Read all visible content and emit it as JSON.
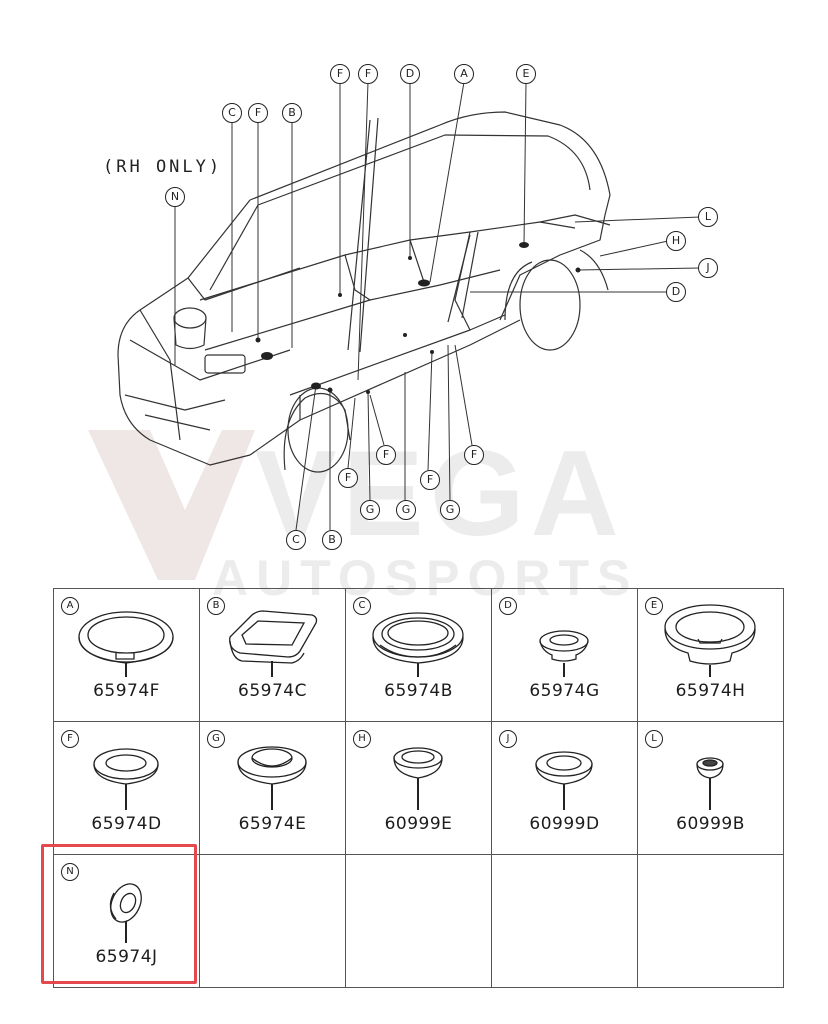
{
  "diagram": {
    "rh_note": "(RH ONLY)",
    "callouts": [
      {
        "letter": "N"
      },
      {
        "letter": "C"
      },
      {
        "letter": "F"
      },
      {
        "letter": "B"
      },
      {
        "letter": "F"
      },
      {
        "letter": "F"
      },
      {
        "letter": "D"
      },
      {
        "letter": "A"
      },
      {
        "letter": "E"
      },
      {
        "letter": "L"
      },
      {
        "letter": "H"
      },
      {
        "letter": "J"
      },
      {
        "letter": "D"
      },
      {
        "letter": "F"
      },
      {
        "letter": "F"
      },
      {
        "letter": "F"
      },
      {
        "letter": "F"
      },
      {
        "letter": "G"
      },
      {
        "letter": "G"
      },
      {
        "letter": "G"
      },
      {
        "letter": "C"
      },
      {
        "letter": "B"
      }
    ]
  },
  "watermark": {
    "line1": "VEGA",
    "line2": "AUTOSPORTS",
    "color": "#e9e9e9"
  },
  "parts": [
    {
      "letter": "A",
      "number": "65974F",
      "icon": "large-flat-grommet-icon"
    },
    {
      "letter": "B",
      "number": "65974C",
      "icon": "rectangular-grommet-icon"
    },
    {
      "letter": "C",
      "number": "65974B",
      "icon": "large-ring-grommet-icon"
    },
    {
      "letter": "D",
      "number": "65974G",
      "icon": "small-cup-grommet-icon"
    },
    {
      "letter": "E",
      "number": "65974H",
      "icon": "deep-cup-grommet-icon"
    },
    {
      "letter": "F",
      "number": "65974D",
      "icon": "medium-flat-grommet-icon"
    },
    {
      "letter": "G",
      "number": "65974E",
      "icon": "domed-grommet-icon"
    },
    {
      "letter": "H",
      "number": "60999E",
      "icon": "small-domed-plug-icon"
    },
    {
      "letter": "J",
      "number": "60999D",
      "icon": "small-ring-plug-icon"
    },
    {
      "letter": "L",
      "number": "60999B",
      "icon": "tiny-plug-icon"
    },
    {
      "letter": "N",
      "number": "65974J",
      "icon": "angled-grommet-icon"
    }
  ],
  "highlight": {
    "part": "N",
    "color": "#e5484d"
  }
}
